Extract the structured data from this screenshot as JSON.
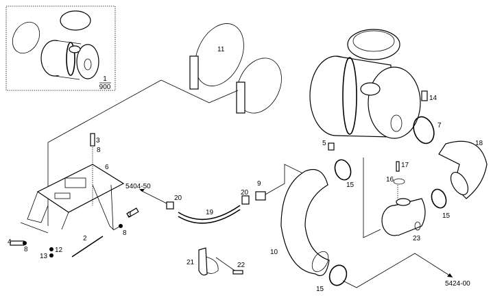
{
  "diagram": {
    "inset": {
      "part": "1",
      "quantity": "900"
    },
    "refs": {
      "upper": "5404-50",
      "lower": "5424-00"
    },
    "labels": {
      "p2": "2",
      "p3a": "3",
      "p3b": "3",
      "p4": "4",
      "p5": "5",
      "p6": "6",
      "p7": "7",
      "p8a": "8",
      "p8b": "8",
      "p8c": "8",
      "p9": "9",
      "p10": "10",
      "p11": "11",
      "p12": "12",
      "p13": "13",
      "p14": "14",
      "p15a": "15",
      "p15b": "15",
      "p15c": "15",
      "p16": "16",
      "p17": "17",
      "p18": "18",
      "p19": "19",
      "p20a": "20",
      "p20b": "20",
      "p21": "21",
      "p22": "22",
      "p23": "23"
    }
  }
}
